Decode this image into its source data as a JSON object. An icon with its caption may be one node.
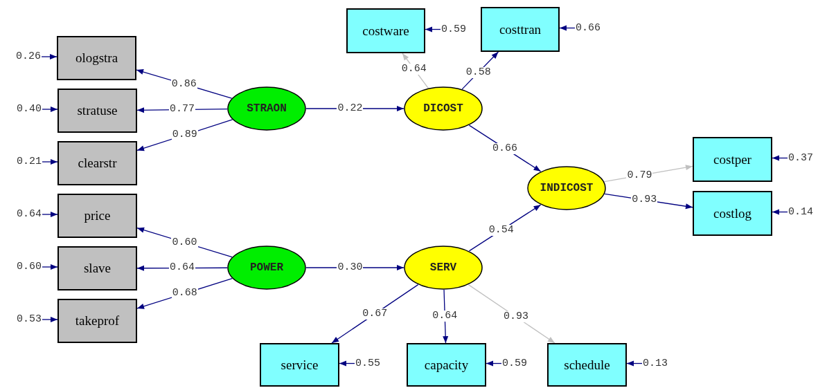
{
  "diagram": {
    "nodes": [
      {
        "text": [
          "ologstra"
        ]
      },
      {
        "text": [
          "stratuse"
        ]
      },
      {
        "text": [
          "clearstr"
        ]
      },
      {
        "text": [
          "price"
        ]
      },
      {
        "text": [
          "slave"
        ]
      },
      {
        "text": [
          "takeprof"
        ]
      },
      {
        "text": [
          "STRAON"
        ]
      },
      {
        "text": [
          "POWER"
        ]
      },
      {
        "text": [
          "DICOST"
        ]
      },
      {
        "text": [
          "SERV"
        ]
      },
      {
        "text": [
          "INDICOST"
        ]
      },
      {
        "text": [
          "costware"
        ]
      },
      {
        "text": [
          "costtran"
        ]
      },
      {
        "text": [
          "costper"
        ]
      },
      {
        "text": [
          "costlog"
        ]
      },
      {
        "text": [
          "service"
        ]
      },
      {
        "text": [
          "capacity"
        ]
      },
      {
        "text": [
          "schedule"
        ]
      }
    ],
    "edges": [
      {
        "from": 6,
        "to": 0,
        "arrow": "to",
        "label": "0.86"
      },
      {
        "from": 6,
        "to": 1,
        "arrow": "to",
        "label": "0.77"
      },
      {
        "from": 6,
        "to": 2,
        "arrow": "to",
        "label": "0.89"
      },
      {
        "from": 7,
        "to": 3,
        "arrow": "to",
        "label": "0.60"
      },
      {
        "from": 7,
        "to": 4,
        "arrow": "to",
        "label": "0.64"
      },
      {
        "from": 7,
        "to": 5,
        "arrow": "to",
        "label": "0.68"
      },
      {
        "from": 6,
        "to": 8,
        "arrow": "to",
        "label": "0.22"
      },
      {
        "from": 7,
        "to": 9,
        "arrow": "to",
        "label": "0.30"
      },
      {
        "from": 8,
        "to": 11,
        "arrow": "to",
        "label": "0.64",
        "color": "#c0c0c0"
      },
      {
        "from": 8,
        "to": 12,
        "arrow": "to",
        "label": "0.58"
      },
      {
        "from": 8,
        "to": 10,
        "arrow": "to",
        "label": "0.66"
      },
      {
        "from": 9,
        "to": 10,
        "arrow": "to",
        "label": "0.54"
      },
      {
        "from": 10,
        "to": 13,
        "arrow": "to",
        "label": "0.79",
        "color": "#c0c0c0"
      },
      {
        "from": 10,
        "to": 14,
        "arrow": "to",
        "label": "0.93"
      },
      {
        "from": 9,
        "to": 15,
        "arrow": "to",
        "label": "0.67"
      },
      {
        "from": 9,
        "to": 16,
        "arrow": "to",
        "label": "0.64"
      },
      {
        "from": 9,
        "to": 17,
        "arrow": "to",
        "label": "0.93",
        "color": "#c0c0c0"
      },
      {
        "from": null,
        "to": 0,
        "arrow": "to",
        "label": "0.26"
      },
      {
        "from": null,
        "to": 1,
        "arrow": "to",
        "label": "0.40"
      },
      {
        "from": null,
        "to": 2,
        "arrow": "to",
        "label": "0.21"
      },
      {
        "from": null,
        "to": 3,
        "arrow": "to",
        "label": "0.64"
      },
      {
        "from": null,
        "to": 4,
        "arrow": "to",
        "label": "0.60"
      },
      {
        "from": null,
        "to": 5,
        "arrow": "to",
        "label": "0.53"
      },
      {
        "from": null,
        "to": 11,
        "arrow": "to",
        "label": "0.59"
      },
      {
        "from": null,
        "to": 12,
        "arrow": "to",
        "label": "0.66"
      },
      {
        "from": null,
        "to": 13,
        "arrow": "to",
        "label": "0.37"
      },
      {
        "from": null,
        "to": 14,
        "arrow": "to",
        "label": "0.14"
      },
      {
        "from": null,
        "to": 15,
        "arrow": "to",
        "label": "0.55"
      },
      {
        "from": null,
        "to": 16,
        "arrow": "to",
        "label": "0.59"
      },
      {
        "from": null,
        "to": 17,
        "arrow": "to",
        "label": "0.13"
      }
    ]
  }
}
